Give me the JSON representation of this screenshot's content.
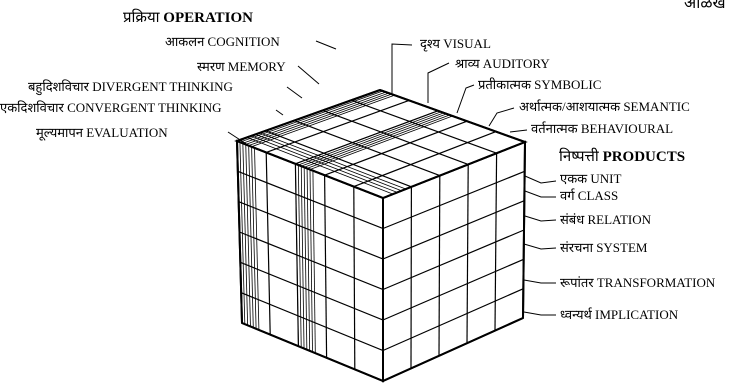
{
  "corner_text": "आळख",
  "operation": {
    "heading_marathi": "प्रक्रिया",
    "heading_english": "OPERATION",
    "items": [
      "आकलन COGNITION",
      "स्मरण MEMORY",
      "बहुदिशविचार DIVERGENT THINKING",
      "एकदिशविचार CONVERGENT THINKING",
      "मूल्यमापन EVALUATION"
    ]
  },
  "content": {
    "items": [
      "दृश्य VISUAL",
      "श्राव्य AUDITORY",
      "प्रतीकात्मक SYMBOLIC",
      "अर्थात्मक/आशयात्मक SEMANTIC",
      "वर्तनात्मक BEHAVIOURAL"
    ]
  },
  "products": {
    "heading_marathi": "निष्पत्ती",
    "heading_english": "PRODUCTS",
    "items": [
      "एकक UNIT",
      "वर्ग CLASS",
      "संबंध RELATION",
      "संरचना SYSTEM",
      "रूपांतर TRANSFORMATION",
      "ध्वन्यर्थ IMPLICATION"
    ]
  }
}
